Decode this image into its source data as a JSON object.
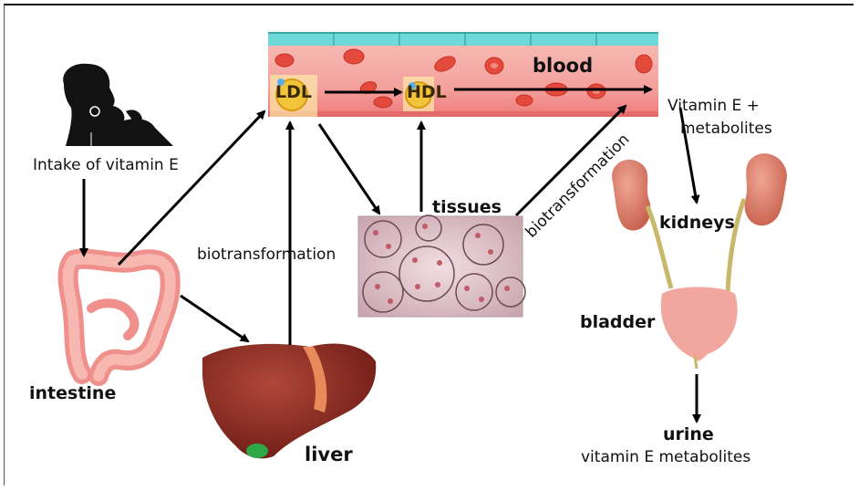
{
  "labels": {
    "intake": "Intake of vitamin E",
    "blood": "blood",
    "ldl": "LDL",
    "hdl": "HDL",
    "vitamin_e_metabolites_line1": "Vitamin E +",
    "vitamin_e_metabolites_line2": "metabolites",
    "tissues": "tissues",
    "biotransformation_liver": "biotransformation",
    "biotransformation_tissues": "biotransformation",
    "kidneys": "kidneys",
    "bladder": "bladder",
    "intestine": "intestine",
    "liver": "liver",
    "urine": "urine",
    "urine_metabolites": "vitamin E metabolites"
  },
  "colors": {
    "blood_vessel": "#f4a6a3",
    "vessel_wall": "#6fd8d8",
    "red_cell": "#e34a3b",
    "organ_liver": "#8b2a20",
    "organ_kidney": "#e08a78",
    "intestine": "#f0908c",
    "bladder": "#f2a79e",
    "arrow": "#000000"
  }
}
